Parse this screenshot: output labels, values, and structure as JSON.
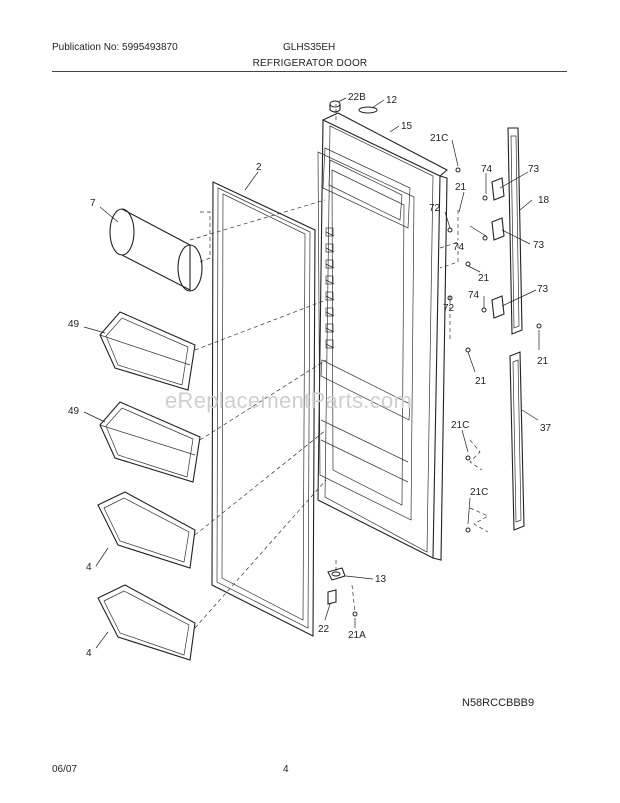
{
  "header": {
    "publication_no": "Publication No: 5995493870",
    "model": "GLHS35EH",
    "section_title": "REFRIGERATOR DOOR"
  },
  "watermark": "eReplacementParts.com",
  "diagram_code": "N58RCCBBB9",
  "footer": {
    "date": "06/07",
    "page": "4"
  },
  "callouts": [
    "22B",
    "12",
    "15",
    "21C",
    "2",
    "7",
    "74",
    "73",
    "21",
    "18",
    "72",
    "74",
    "73",
    "21",
    "72",
    "73",
    "74",
    "49",
    "21",
    "21",
    "49",
    "21C",
    "37",
    "21C",
    "4",
    "13",
    "4",
    "22",
    "21A"
  ]
}
